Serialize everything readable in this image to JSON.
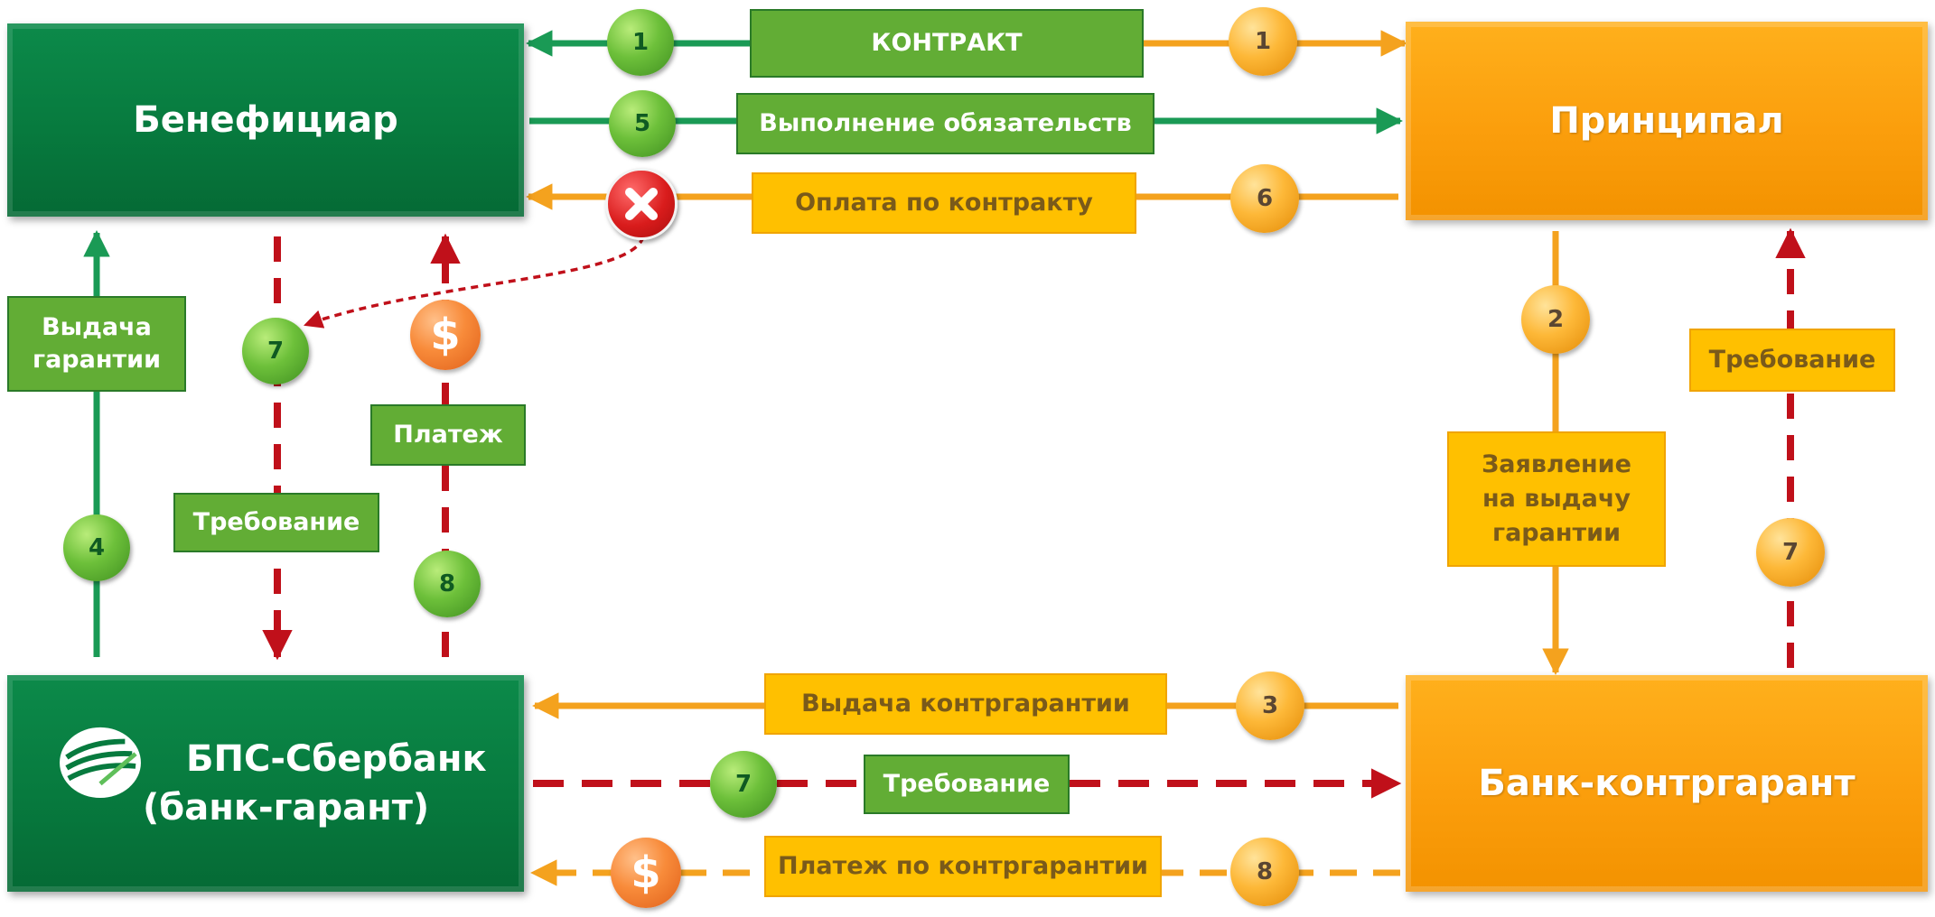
{
  "parties": {
    "beneficiary": "Бенефициар",
    "principal": "Принципал",
    "guarantor_line1": "БПС-Сбербанк",
    "guarantor_line2": "(банк-гарант)",
    "counter_guarantor": "Банк-контргарант"
  },
  "labels": {
    "contract": "КОНТРАКТ",
    "fulfillment": "Выполнение обязательств",
    "payment_contract": "Оплата по контракту",
    "guarantee_issue_line1": "Выдача",
    "guarantee_issue_line2": "гарантии",
    "payment": "Платеж",
    "demand_left": "Требование",
    "demand_right": "Требование",
    "application_line1": "Заявление",
    "application_line2": "на выдачу",
    "application_line3": "гарантии",
    "counter_guarantee_issue": "Выдача контргарантии",
    "demand_bottom": "Требование",
    "counter_payment": "Платеж  по контргарантии"
  },
  "steps": {
    "s1a": "1",
    "s1b": "1",
    "s5": "5",
    "s6": "6",
    "s2": "2",
    "s7_left": "7",
    "s4": "4",
    "s8_left": "8",
    "s7_right": "7",
    "s3": "3",
    "s7_bottom": "7",
    "s8_bottom": "8"
  },
  "symbols": {
    "dollar_top": "$",
    "dollar_bottom": "$"
  },
  "colors": {
    "green_dark": "#077a3e",
    "green_label": "#62ad35",
    "orange": "#fb9e0c",
    "yellow_label": "#ffc000",
    "arrow_green": "#1a9a55",
    "arrow_orange": "#f4a21e",
    "arrow_red": "#c0101a"
  },
  "icons": {
    "reject": "x-circle-icon",
    "bank_logo": "sberbank-logo-icon"
  }
}
